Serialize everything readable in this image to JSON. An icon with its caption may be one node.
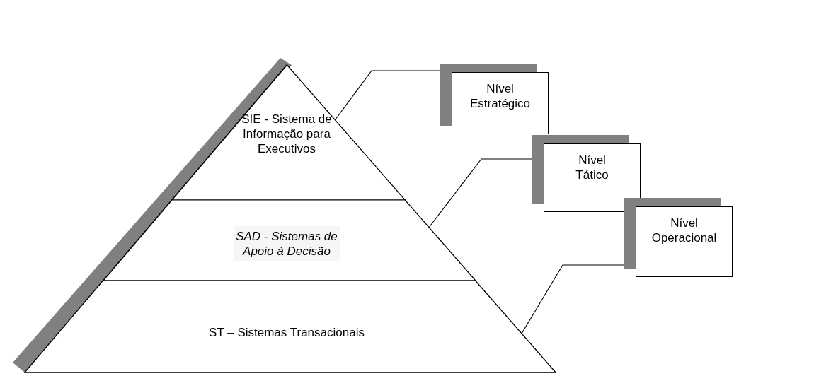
{
  "diagram": {
    "nodes": [
      {
        "text": [],
        "shape": "triangle"
      },
      {
        "text": [
          "SIE - Sistema de Informação para Executivos"
        ],
        "in": 0
      },
      {
        "text": [
          "SAD - Sistemas de Apoio à Decisão"
        ],
        "in": 0
      },
      {
        "text": [
          "ST – Sistemas Transacionais"
        ],
        "in": 0
      },
      {
        "text": [
          "Nível Estratégico"
        ]
      },
      {
        "text": [
          "Nível Tático"
        ]
      },
      {
        "text": [
          "Nível Operacional"
        ]
      }
    ],
    "edges": [
      {
        "from": 1,
        "to": 4,
        "arrow": "none"
      },
      {
        "from": 2,
        "to": 5,
        "arrow": "none"
      },
      {
        "from": 3,
        "to": 6,
        "arrow": "none"
      }
    ]
  }
}
